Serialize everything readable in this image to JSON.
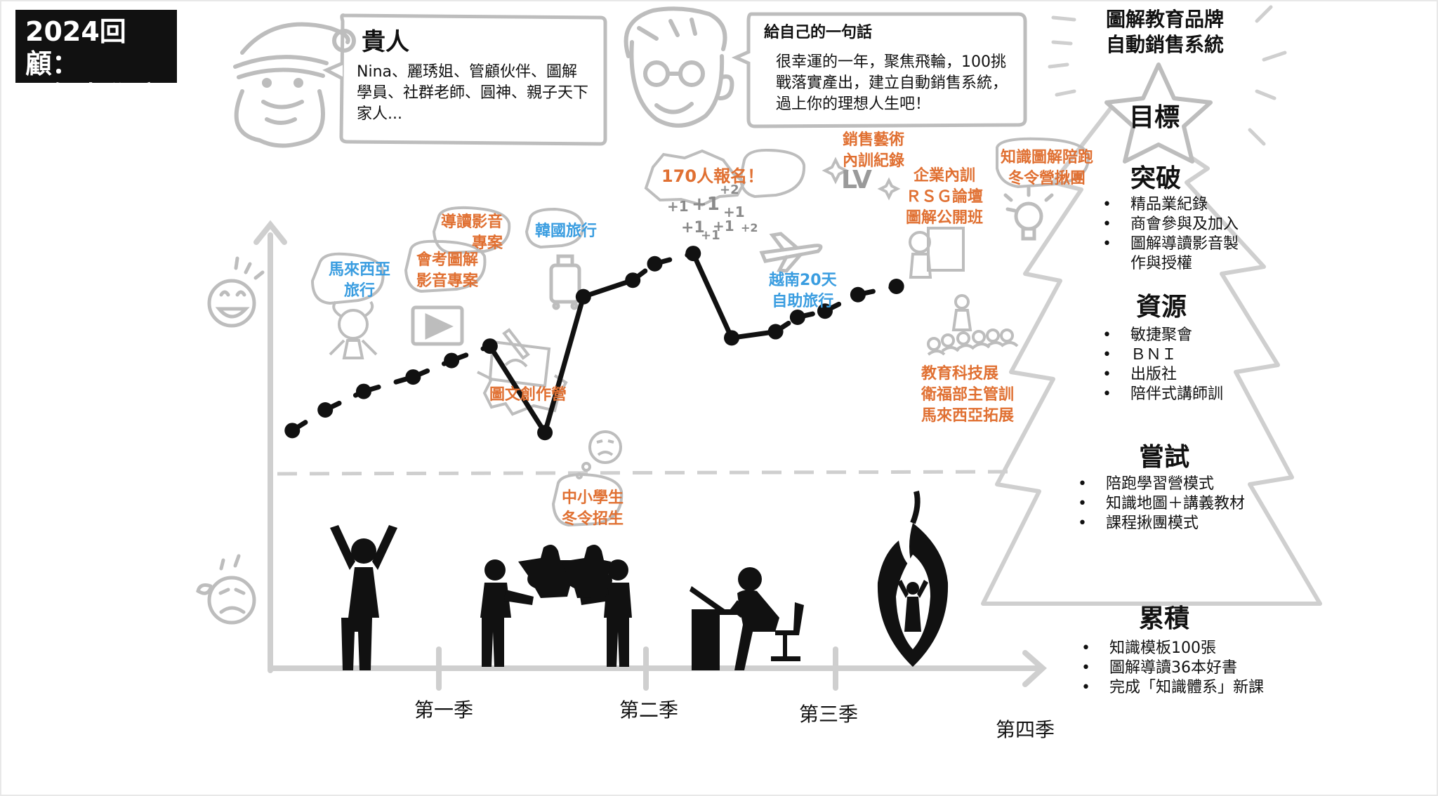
{
  "title_lines": [
    "2024回顧：",
    "圖解力學院"
  ],
  "mentors": {
    "heading": "貴人",
    "lines": [
      "Nina、麗琇姐、管顧伙伴、圖解",
      "學員、社群老師、圓神、親子天下",
      "家人..."
    ]
  },
  "self_note": {
    "heading": "給自己的一句話",
    "lines": [
      "很幸運的一年，聚焦飛輪，100挑",
      "戰落實產出，建立自動銷售系統，",
      "過上你的理想人生吧！"
    ]
  },
  "tree": {
    "title_lines": [
      "圖解教育品牌",
      "自動銷售系統"
    ],
    "star_label": "目標",
    "sections": [
      {
        "heading": "突破",
        "items": [
          "精品業紀錄",
          "商會參與及加入",
          "圖解導讀影音製",
          "作與授權"
        ]
      },
      {
        "heading": "資源",
        "items": [
          "敏捷聚會",
          "ＢＮＩ",
          "出版社",
          "陪伴式講師訓"
        ]
      },
      {
        "heading": "嘗試",
        "items": [
          "陪跑學習營模式",
          "知識地圖＋講義教材",
          "課程揪團模式"
        ]
      },
      {
        "heading": "累積",
        "items": [
          "知識模板100張",
          "圖解導讀36本好書",
          "完成「知識體系」新課"
        ]
      }
    ]
  },
  "events": {
    "malaysia_trip": [
      "馬來西亞",
      "旅行"
    ],
    "exam_video": [
      "會考圖解",
      "影音專案"
    ],
    "reading_video": [
      "導讀影音",
      "專案"
    ],
    "korea_trip": [
      "韓國旅行"
    ],
    "illustration": [
      "圖文創作營"
    ],
    "winter_camp_kids": [
      "中小學生",
      "冬令招生"
    ],
    "signup": [
      "170人報名！"
    ],
    "plus_marks": [
      "+2",
      "+1",
      "+1",
      "+1",
      "+1",
      "+2",
      "+1",
      "+1"
    ],
    "vietnam_trip": [
      "越南20天",
      "自助旅行"
    ],
    "sales_art": [
      "銷售藝術",
      "內訓紀錄"
    ],
    "lv_badge": "LV",
    "corporate": [
      "企業內訓",
      "ＲＳＧ論壇",
      "圖解公開班"
    ],
    "knowledge_camp": [
      "知識圖解陪跑",
      "冬令營揪團"
    ],
    "edtech": [
      "教育科技展",
      "衛福部主管訓",
      "馬來西亞拓展"
    ]
  },
  "quarters": [
    "第一季",
    "第二季",
    "第三季",
    "第四季"
  ],
  "chart_data": {
    "type": "line",
    "title": "",
    "xlabel": "",
    "ylabel": "",
    "x": [
      0.2,
      0.5,
      0.85,
      1.3,
      1.65,
      2.0,
      2.5,
      2.85,
      3.3,
      3.5,
      3.85,
      4.2,
      4.6,
      4.8,
      5.05,
      5.35,
      5.7
    ],
    "values": [
      2.0,
      3.0,
      3.9,
      4.6,
      5.4,
      6.1,
      1.9,
      8.5,
      9.3,
      10.1,
      10.6,
      6.5,
      6.8,
      7.5,
      7.8,
      8.6,
      9.0
    ],
    "neutral_line": 0.0,
    "ylim": [
      -12,
      12
    ],
    "xlim": [
      0,
      7
    ],
    "colors": {
      "line": "#111111",
      "axis": "#cfcfcf",
      "orange": "#e07032",
      "blue": "#3a9de0"
    }
  },
  "icons": [
    "santa-icon",
    "self-portrait-icon",
    "happy-face-icon",
    "worried-face-icon",
    "celebrating-person-icon",
    "puzzle-team-icon",
    "desk-worker-icon",
    "burning-person-icon",
    "airplane-icon",
    "lightbulb-icon",
    "suitcase-icon",
    "video-play-icon",
    "audience-icon",
    "star-icon",
    "christmas-tree-icon"
  ]
}
